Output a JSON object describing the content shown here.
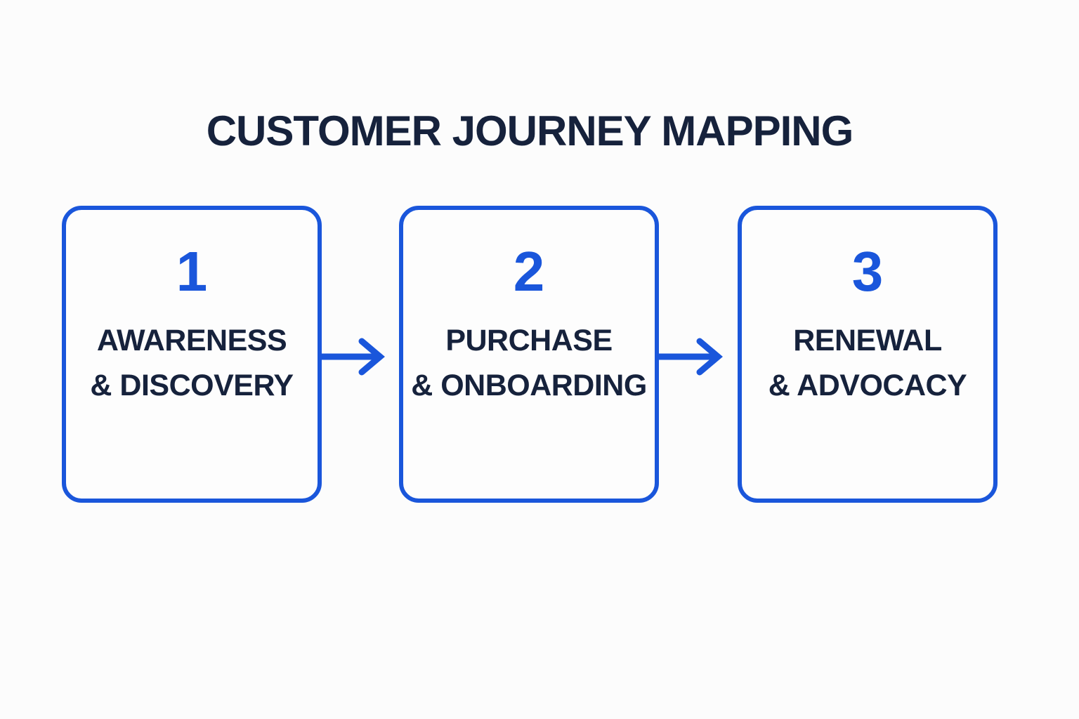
{
  "title": "CUSTOMER JOURNEY MAPPING",
  "colors": {
    "accent_blue": "#1a56db",
    "text_navy": "#16223c",
    "background": "#fcfcfc",
    "box_fill": "#fdfdfd"
  },
  "stages": [
    {
      "number": "1",
      "label_line1": "AWARENESS",
      "label_line2": "& DISCOVERY"
    },
    {
      "number": "2",
      "label_line1": "PURCHASE",
      "label_line2": "& ONBOARDING"
    },
    {
      "number": "3",
      "label_line1": "RENEWAL",
      "label_line2": "& ADVOCACY"
    }
  ],
  "connectors": [
    {
      "icon": "arrow-right-icon"
    },
    {
      "icon": "arrow-right-icon"
    }
  ]
}
